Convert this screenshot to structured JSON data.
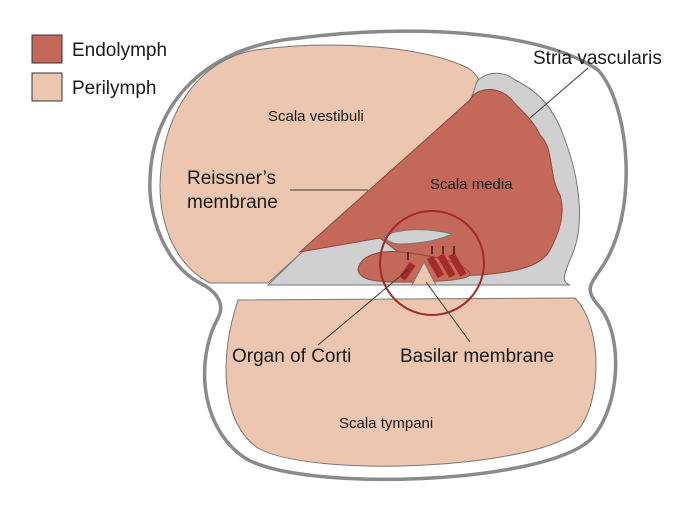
{
  "legend": {
    "items": [
      {
        "label": "Endolymph",
        "color": "#c4685a"
      },
      {
        "label": "Perilymph",
        "color": "#edc6b0"
      }
    ]
  },
  "labels": {
    "scala_vestibuli": "Scala vestibuli",
    "scala_media": "Scala media",
    "scala_tympani": "Scala tympani",
    "stria_vascularis": "Stria vascularis",
    "reissners_line1": "Reissner’s",
    "reissners_line2": "membrane",
    "organ_of_corti": "Organ of Corti",
    "basilar_membrane": "Basilar membrane"
  },
  "colors": {
    "endolymph": "#c4685a",
    "perilymph": "#edc6b0",
    "tissue": "#cfd0cf",
    "outline": "#8a8a8a",
    "highlight_ring": "#a52a2a",
    "hair_cells": "#a52a2a"
  }
}
